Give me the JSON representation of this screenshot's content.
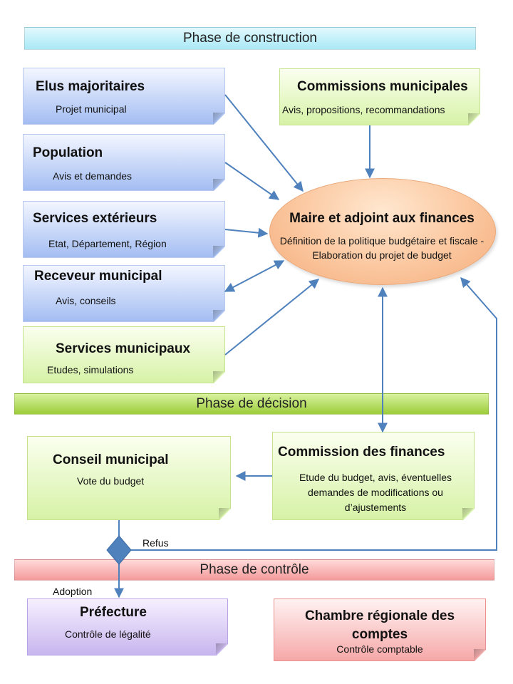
{
  "phases": {
    "construction": "Phase de construction",
    "decision": "Phase de décision",
    "control": "Phase de contrôle"
  },
  "nodes": {
    "elus": {
      "title": "Elus majoritaires",
      "subtitle": "Projet municipal"
    },
    "commissions": {
      "title": "Commissions municipales",
      "subtitle": "Avis, propositions, recommandations"
    },
    "population": {
      "title": "Population",
      "subtitle": "Avis et demandes"
    },
    "services_ext": {
      "title": "Services extérieurs",
      "subtitle": "Etat, Département, Région"
    },
    "receveur": {
      "title": "Receveur municipal",
      "subtitle": "Avis, conseils"
    },
    "services_mun": {
      "title": "Services municipaux",
      "subtitle": "Etudes, simulations"
    },
    "maire": {
      "title": "Maire et adjoint aux finances",
      "subtitle": "Définition de la politique budgétaire et fiscale - Elaboration du projet de budget"
    },
    "conseil": {
      "title": "Conseil municipal",
      "subtitle": "Vote du budget"
    },
    "commission_fin": {
      "title": "Commission des finances",
      "subtitle": "Etude du budget, avis, éventuelles demandes de modifications ou d’ajustements"
    },
    "prefecture": {
      "title": "Préfecture",
      "subtitle": "Contrôle de légalité"
    },
    "chambre": {
      "title": "Chambre régionale des comptes",
      "subtitle": "Contrôle comptable"
    }
  },
  "edge_labels": {
    "refus": "Refus",
    "adoption": "Adoption"
  },
  "colors": {
    "arrow": "#4f81bd",
    "diamond": "#4f81bd",
    "blue_box": "#a3bdf2",
    "green_box": "#d6f2a6",
    "purple_box": "#c7b5ee",
    "red_box": "#f6a8a8",
    "ellipse": "#fbc79f"
  }
}
